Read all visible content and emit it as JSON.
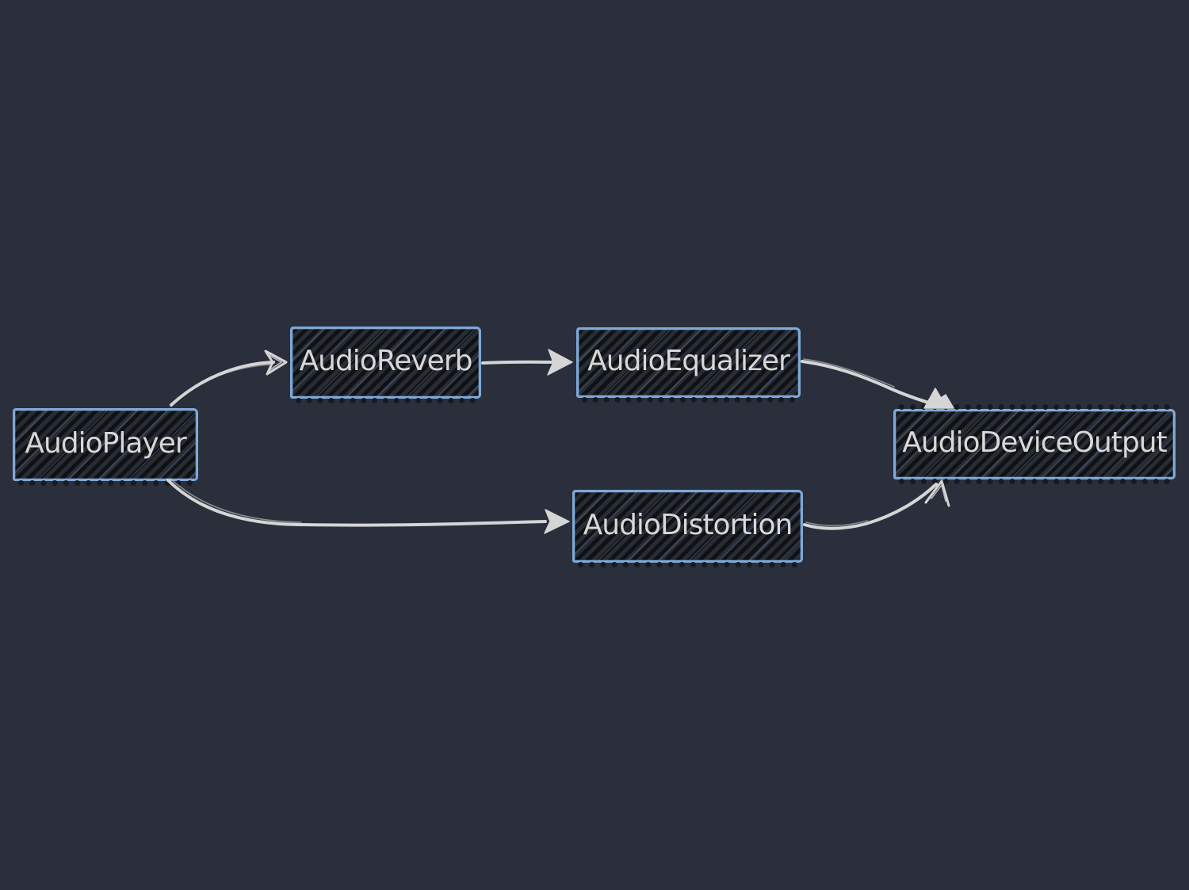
{
  "diagram": {
    "background_color": "#2a2f3b",
    "node_border_color": "#7ea9d8",
    "node_fill_color": "#20242c",
    "edge_color": "#d5d5d5",
    "label_color": "#d8d8d8",
    "nodes": [
      {
        "id": "audio-player",
        "label": "AudioPlayer"
      },
      {
        "id": "audio-reverb",
        "label": "AudioReverb"
      },
      {
        "id": "audio-equalizer",
        "label": "AudioEqualizer"
      },
      {
        "id": "audio-distortion",
        "label": "AudioDistortion"
      },
      {
        "id": "audio-device-output",
        "label": "AudioDeviceOutput"
      }
    ],
    "edges": [
      {
        "from": "AudioPlayer",
        "to": "AudioReverb",
        "arrowhead": "open"
      },
      {
        "from": "AudioReverb",
        "to": "AudioEqualizer",
        "arrowhead": "filled"
      },
      {
        "from": "AudioEqualizer",
        "to": "AudioDeviceOutput",
        "arrowhead": "filled"
      },
      {
        "from": "AudioPlayer",
        "to": "AudioDistortion",
        "arrowhead": "filled"
      },
      {
        "from": "AudioDistortion",
        "to": "AudioDeviceOutput",
        "arrowhead": "open"
      }
    ]
  }
}
